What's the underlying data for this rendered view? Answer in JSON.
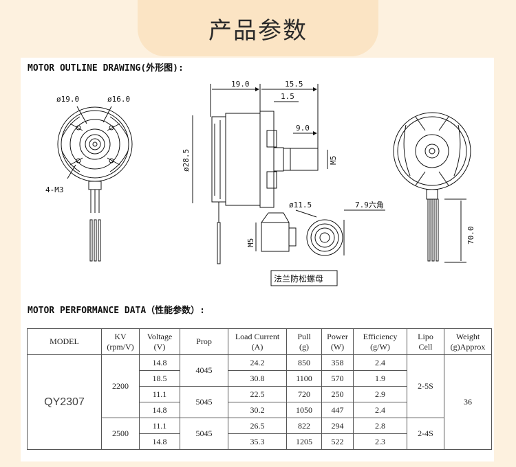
{
  "banner": {
    "title": "产品参数"
  },
  "outline": {
    "title": "MOTOR OUTLINE DRAWING(外形图):",
    "dims": {
      "d19": "ø19.0",
      "d16": "ø16.0",
      "m3": "4-M3",
      "w19": "19.0",
      "w155": "15.5",
      "w15": "1.5",
      "w9": "9.0",
      "d285": "ø28.5",
      "m5": "M5",
      "nut_d": "ø11.5",
      "nut_hex": "7.9六角",
      "nut_m5": "M5",
      "lead": "70.0"
    },
    "nut_caption": "法兰防松螺母"
  },
  "performance": {
    "title": "MOTOR PERFORMANCE DATA（性能参数）:",
    "headers": {
      "model": "MODEL",
      "kv1": "KV",
      "kv2": "(rpm/V)",
      "voltage1": "Voltage",
      "voltage2": "(V)",
      "prop": "Prop",
      "current1": "Load Current",
      "current2": "(A)",
      "pull1": "Pull",
      "pull2": "(g)",
      "power1": "Power",
      "power2": "(W)",
      "eff1": "Efficiency",
      "eff2": "(g/W)",
      "lipo1": "Lipo",
      "lipo2": "Cell",
      "weight1": "Weight",
      "weight2": "(g)Approx"
    },
    "model": "QY2307",
    "kv": [
      "2200",
      "2500"
    ],
    "props": [
      "4045",
      "5045",
      "5045"
    ],
    "lipo": [
      "2-5S",
      "2-4S"
    ],
    "weight": "36",
    "rows": [
      {
        "voltage": "14.8",
        "current": "24.2",
        "pull": "850",
        "power": "358",
        "eff": "2.4"
      },
      {
        "voltage": "18.5",
        "current": "30.8",
        "pull": "1100",
        "power": "570",
        "eff": "1.9"
      },
      {
        "voltage": "11.1",
        "current": "22.5",
        "pull": "720",
        "power": "250",
        "eff": "2.9"
      },
      {
        "voltage": "14.8",
        "current": "30.2",
        "pull": "1050",
        "power": "447",
        "eff": "2.4"
      },
      {
        "voltage": "11.1",
        "current": "26.5",
        "pull": "822",
        "power": "294",
        "eff": "2.8"
      },
      {
        "voltage": "14.8",
        "current": "35.3",
        "pull": "1205",
        "power": "522",
        "eff": "2.3"
      }
    ]
  }
}
